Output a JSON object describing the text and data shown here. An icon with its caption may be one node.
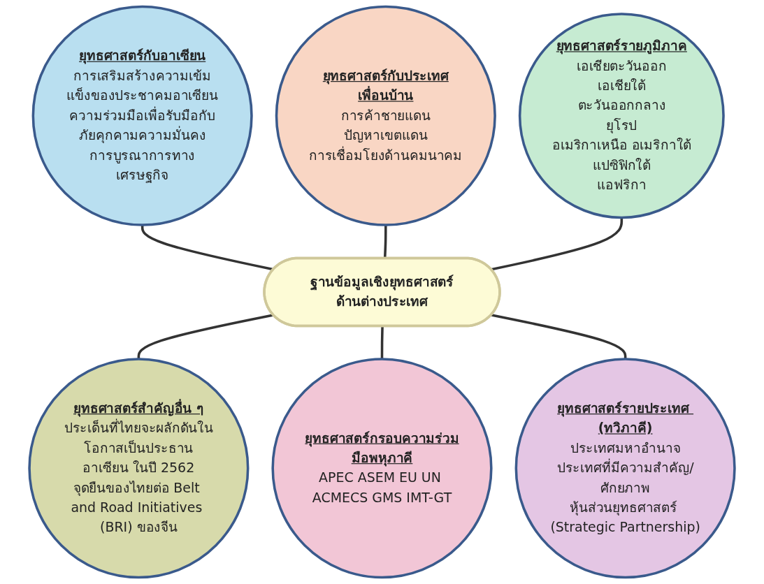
{
  "diagram": {
    "nodes": [
      {
        "text": [
          "ฐานข้อมูลเชิงยุทธศาสตร์ด้านต่างประเทศ"
        ]
      },
      {
        "text": [
          "ยุทธศาสตร์กับอาเซียน",
          "การเสริมสร้างความเข้มแข็งของประชาคมอาเซียน",
          "ความร่วมมือเพื่อรับมือกับภัยคุกคามความมั่นคง",
          "การบูรณาการทางเศรษฐกิจ"
        ]
      },
      {
        "text": [
          "ยุทธศาสตร์กับประเทศเพื่อนบ้าน",
          "การค้าชายแดน",
          "ปัญหาเขตแดน",
          "การเชื่อมโยงด้านคมนาคม"
        ]
      },
      {
        "text": [
          "ยุทธศาสตร์รายภูมิภาค",
          "เอเชียตะวันออก",
          "เอเชียใต้",
          "ตะวันออกกลาง",
          "ยุโรป",
          "อเมริกาเหนือ อเมริกาใต้",
          "แปซิฟิกใต้",
          "แอฟริกา"
        ]
      },
      {
        "text": [
          "ยุทธศาสตร์สำคัญอื่น ๆ",
          "ประเด็นที่ไทยจะผลักดันในโอกาสเป็นประธานอาเซียน ในปี 2562",
          "จุดยืนของไทยต่อ Belt and Road Initiatives (BRI) ของจีน"
        ]
      },
      {
        "text": [
          "ยุทธศาสตร์กรอบความร่วมมือพหุภาคี",
          "APEC ASEM EU UN ACMECS GMS IMT-GT"
        ]
      },
      {
        "text": [
          "ยุทธศาสตร์รายประเทศ (ทวิภาคี)",
          "ประเทศมหาอำนาจ",
          "ประเทศที่มีความสำคัญ/ศักยภาพ",
          "หุ้นส่วนยุทธศาสตร์ (Strategic Partnership)"
        ]
      }
    ],
    "edges": [
      {
        "from": 0,
        "to": 1,
        "arrow": "none"
      },
      {
        "from": 0,
        "to": 2,
        "arrow": "none"
      },
      {
        "from": 0,
        "to": 3,
        "arrow": "none"
      },
      {
        "from": 0,
        "to": 4,
        "arrow": "none"
      },
      {
        "from": 0,
        "to": 5,
        "arrow": "none"
      },
      {
        "from": 0,
        "to": 6,
        "arrow": "none"
      }
    ]
  }
}
